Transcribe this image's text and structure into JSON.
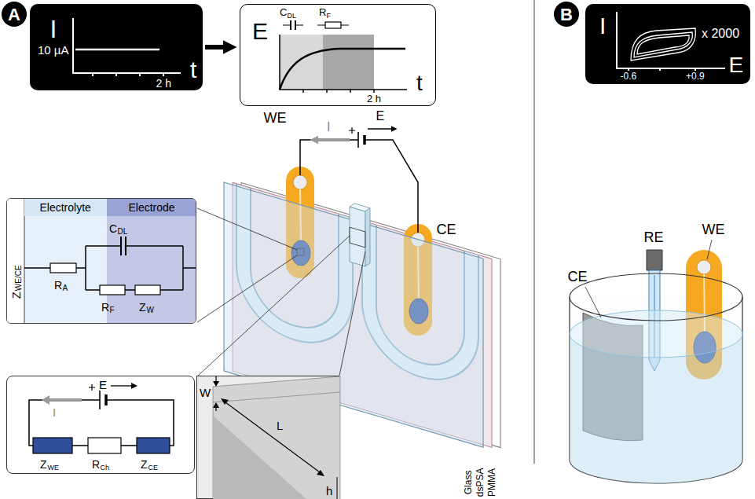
{
  "diagram": {
    "nodes": [
      {
        "text": [
          "A"
        ]
      },
      {
        "text": [
          "I",
          "10 µA",
          "2 h",
          "t"
        ]
      },
      {
        "text": [
          "E",
          "C",
          "DL",
          "R",
          "F",
          "2 h",
          "t"
        ]
      },
      {
        "text": [
          "Z",
          "WE/CE",
          "R",
          "A",
          "C",
          "DL",
          "R",
          "F",
          "Z",
          "W"
        ]
      },
      {
        "text": [
          "Electrolyte"
        ],
        "in": 3
      },
      {
        "text": [
          "Electrode"
        ],
        "in": 3
      },
      {
        "text": [
          "I",
          "E",
          "Z",
          "WE",
          "R",
          "Ch",
          "Z",
          "CE"
        ]
      },
      {
        "text": [
          "W",
          "L",
          "h"
        ]
      },
      {
        "text": [
          "B"
        ]
      },
      {
        "text": [
          "I",
          "x 2000",
          "-0.6",
          "+0.9",
          "E"
        ]
      }
    ],
    "edges": [
      {
        "from": 1,
        "to": 2,
        "arrow": "to"
      }
    ],
    "labels": [
      "WE",
      "I",
      "E",
      "CE",
      "Glass",
      "dsPSA",
      "PMMA",
      "RE",
      "WE",
      "CE"
    ]
  }
}
